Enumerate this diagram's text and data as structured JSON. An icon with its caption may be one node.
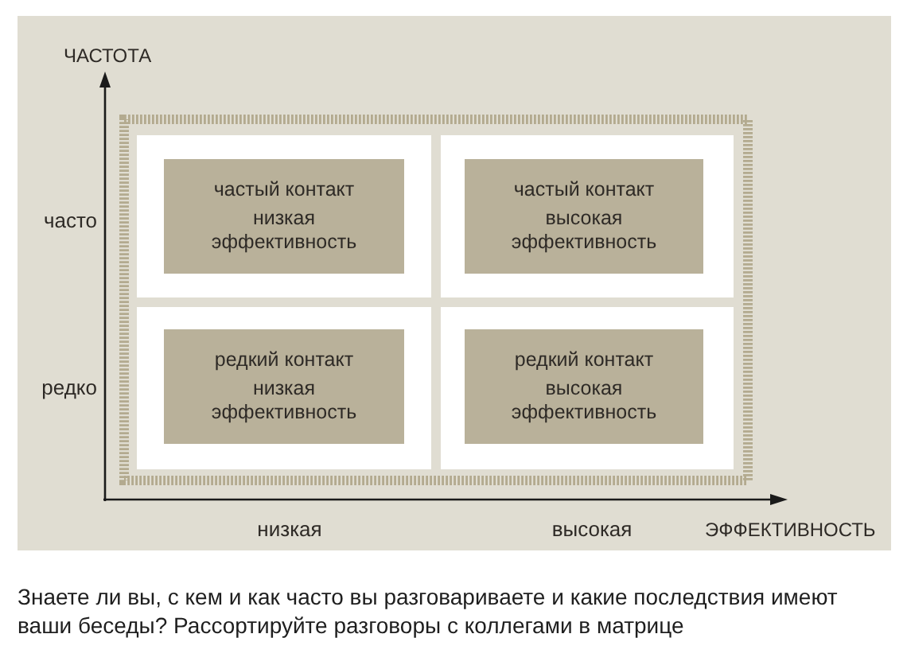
{
  "diagram": {
    "caption": "Знаете ли вы, с кем и как часто вы разговариваете и какие последствия имеют ваши беседы? Рассортируйте разговоры с коллегами в матрице",
    "nodes": [
      {
        "text": [
          "частый контакт",
          "низкая эффективность"
        ]
      },
      {
        "text": [
          "частый контакт",
          "высокая эффективность"
        ]
      },
      {
        "text": [
          "редкий контакт",
          "низкая эффективность"
        ]
      },
      {
        "text": [
          "редкий контакт",
          "высокая эффективность"
        ]
      }
    ],
    "labels": [
      "ЧАСТОТА",
      "часто",
      "редко",
      "низкая",
      "высокая",
      "ЭФФЕКТИВНОСТЬ"
    ]
  }
}
